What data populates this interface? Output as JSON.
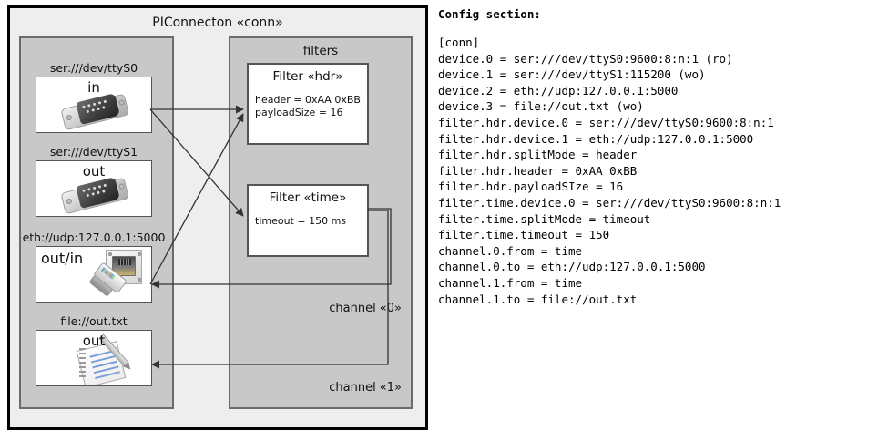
{
  "diagram": {
    "title": "PIConnecton «conn»",
    "devices_panel": {
      "title": "",
      "devices": [
        {
          "label": "ser:///dev/ttyS0",
          "direction": "in",
          "icon": "serial-port-icon"
        },
        {
          "label": "ser:///dev/ttyS1",
          "direction": "out",
          "icon": "serial-port-icon"
        },
        {
          "label": "eth://udp:127.0.0.1:5000",
          "direction": "out/in",
          "icon": "ethernet-jack-icon"
        },
        {
          "label": "file://out.txt",
          "direction": "out",
          "icon": "notepad-pencil-icon"
        }
      ]
    },
    "filters_panel": {
      "title": "filters",
      "filters": [
        {
          "title": "Filter «hdr»",
          "props": [
            "header = 0xAA 0xBB",
            "payloadSize = 16"
          ]
        },
        {
          "title": "Filter «time»",
          "props": [
            "timeout = 150 ms"
          ]
        }
      ]
    },
    "channels": [
      {
        "label": "channel «0»"
      },
      {
        "label": "channel «1»"
      }
    ]
  },
  "config": {
    "heading": "Config section:",
    "lines": [
      "[conn]",
      "device.0 = ser:///dev/ttyS0:9600:8:n:1 (ro)",
      "device.1 = ser:///dev/ttyS1:115200 (wo)",
      "device.2 = eth://udp:127.0.0.1:5000",
      "device.3 = file://out.txt (wo)",
      "filter.hdr.device.0 = ser:///dev/ttyS0:9600:8:n:1",
      "filter.hdr.device.1 = eth://udp:127.0.0.1:5000",
      "filter.hdr.splitMode = header",
      "filter.hdr.header = 0xAA 0xBB",
      "filter.hdr.payloadSIze = 16",
      "filter.time.device.0 = ser:///dev/ttyS0:9600:8:n:1",
      "filter.time.splitMode = timeout",
      "filter.time.timeout = 150",
      "channel.0.from = time",
      "channel.0.to = eth://udp:127.0.0.1:5000",
      "channel.1.from = time",
      "channel.1.to = file://out.txt"
    ]
  },
  "colors": {
    "frame_border": "#000000",
    "frame_fill": "#eeeeee",
    "panel_fill": "#c8c8c8",
    "panel_border": "#6b6b6b",
    "box_fill": "#ffffff",
    "box_border": "#555555",
    "line": "#333333"
  }
}
